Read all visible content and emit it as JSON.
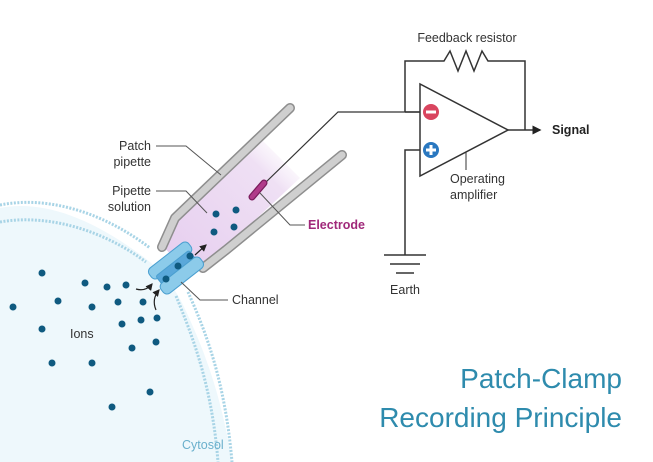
{
  "title": {
    "line1": "Patch-Clamp",
    "line2": "Recording Principle"
  },
  "labels": {
    "feedback_resistor": "Feedback resistor",
    "signal": "Signal",
    "operating_amplifier_line1": "Operating",
    "operating_amplifier_line2": "amplifier",
    "earth": "Earth",
    "patch_pipette_line1": "Patch",
    "patch_pipette_line2": "pipette",
    "pipette_solution_line1": "Pipette",
    "pipette_solution_line2": "solution",
    "electrode": "Electrode",
    "channel": "Channel",
    "ions": "Ions",
    "cytosol": "Cytosol"
  },
  "icons": {
    "inverting_input": "minus-circle-icon",
    "non_inverting_input": "plus-circle-icon"
  },
  "colors": {
    "title": "#2e8bad",
    "electrode": "#a0287a",
    "ion": "#0f5a80",
    "minus": "#d9455f",
    "plus": "#2a78c0",
    "membrane": "#a8d4e6",
    "cytosol_fill": "#eef8fc",
    "pipette_glass": "#c8c8c8",
    "pipette_solution": "#ecd9f0",
    "channel": "#7cc0e6"
  }
}
